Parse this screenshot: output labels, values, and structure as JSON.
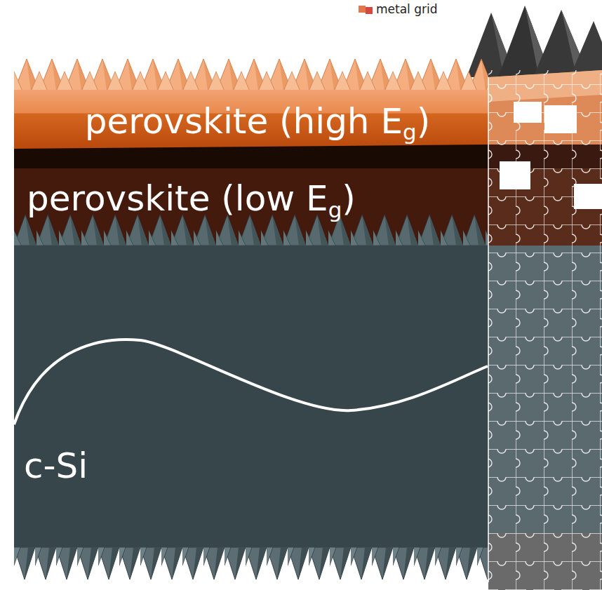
{
  "diagram": {
    "nodes": [
      {
        "text": [
          "perovskite (high Eg)"
        ]
      },
      {
        "text": [
          "perovskite (low Eg)"
        ]
      },
      {
        "text": [
          "c-Si"
        ]
      }
    ],
    "legend": [
      {
        "text": "metal grid",
        "color": "#e0784a"
      }
    ]
  }
}
